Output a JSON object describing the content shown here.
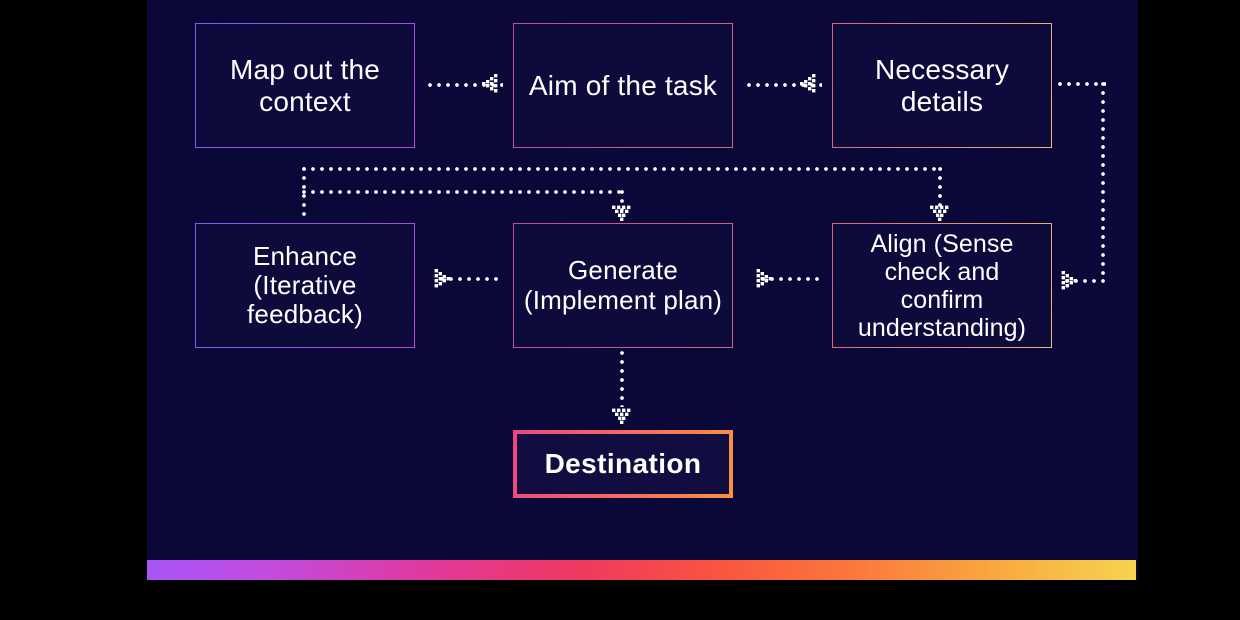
{
  "slide": {
    "background_color": "#0a0838",
    "canvas_color": "#000000",
    "accent_bar_gradient": "purple-magenta-red-orange-yellow"
  },
  "nodes": [
    {
      "id": "map-out-context",
      "label": "Map out the\ncontext",
      "border_color": "#8b5cf6",
      "border_gradient": "#8b5cf6 -> #b24bd6"
    },
    {
      "id": "aim-of-task",
      "label": "Aim of the\ntask",
      "border_color": "#e0528f",
      "border_gradient": "#c94a9e -> #e05a7e"
    },
    {
      "id": "necessary-details",
      "label": "Necessary\ndetails",
      "border_color": "#e07a6a",
      "border_gradient": "#e06a7a -> #e8b46a"
    },
    {
      "id": "enhance",
      "label": "Enhance\n(Iterative feedback)",
      "border_color": "#8b5cf6",
      "border_gradient": "#8b5cf6 -> #b24bd6"
    },
    {
      "id": "generate",
      "label": "Generate\n(Implement plan)",
      "border_color": "#e0528f",
      "border_gradient": "#c94a9e -> #e05a7e"
    },
    {
      "id": "align",
      "label": "Align\n(Sense check\nand confirm\nunderstanding)",
      "border_color": "#e07a6a",
      "border_gradient": "#e06a7a -> #e8b46a"
    },
    {
      "id": "destination",
      "label": "Destination",
      "border_color": "#f0457f",
      "border_gradient": "#f0457f -> #f9923f"
    }
  ],
  "labels": {
    "map_out_context": "Map out the\ncontext",
    "aim_of_task": "Aim of the\ntask",
    "necessary_details": "Necessary\ndetails",
    "enhance": "Enhance\n(Iterative feedback)",
    "generate": "Generate\n(Implement plan)",
    "align": "Align\n(Sense check\nand confirm\nunderstanding)",
    "destination": "Destination"
  },
  "connectors": [
    {
      "id": "map-to-aim",
      "from": "map-out-context",
      "to": "aim-of-task",
      "style": "dotted",
      "direction": "right"
    },
    {
      "id": "aim-to-details",
      "from": "aim-of-task",
      "to": "necessary-details",
      "style": "dotted",
      "direction": "right"
    },
    {
      "id": "details-to-align",
      "from": "necessary-details",
      "to": "align",
      "style": "dotted",
      "direction": "down-left"
    },
    {
      "id": "align-to-generate",
      "from": "align",
      "to": "generate",
      "style": "dotted",
      "direction": "left"
    },
    {
      "id": "generate-to-enhance",
      "from": "generate",
      "to": "enhance",
      "style": "dotted",
      "direction": "left"
    },
    {
      "id": "generate-to-destination",
      "from": "generate",
      "to": "destination",
      "style": "dotted",
      "direction": "down"
    },
    {
      "id": "enhance-loop-to-align",
      "from": "enhance",
      "to": "align",
      "style": "dotted",
      "direction": "up-right-down"
    },
    {
      "id": "enhance-loop-to-generate",
      "from": "enhance",
      "to": "generate",
      "style": "dotted",
      "direction": "up-right-down"
    }
  ]
}
